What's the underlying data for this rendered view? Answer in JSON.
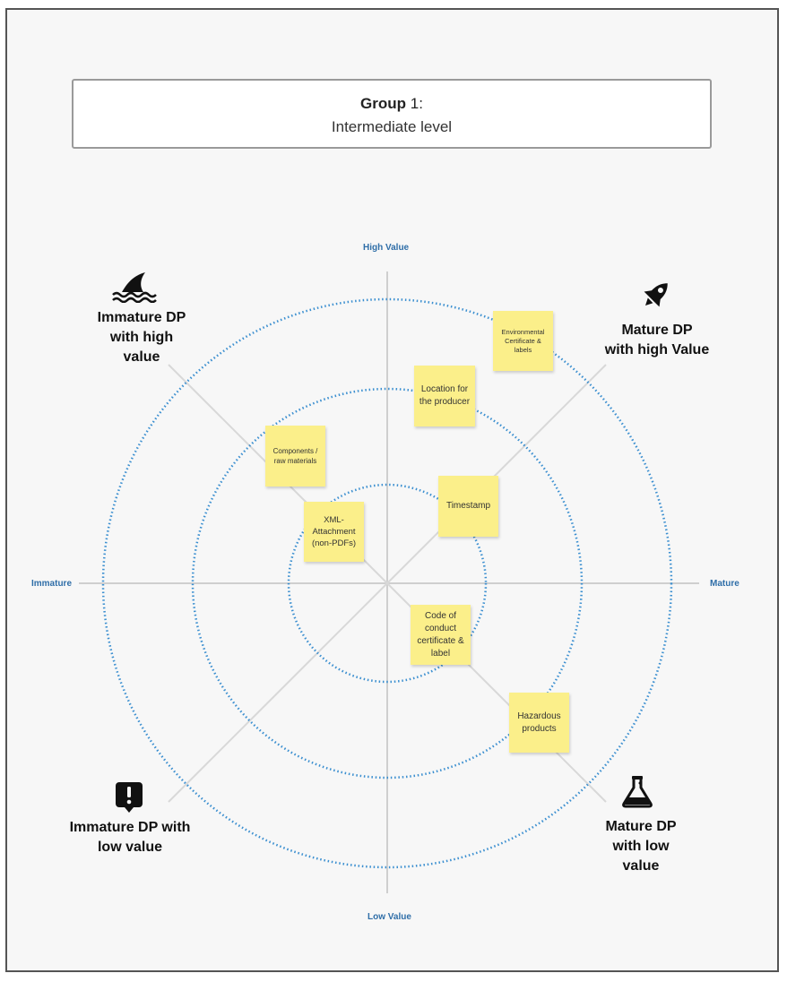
{
  "title": {
    "bold": "Group",
    "rest": " 1:",
    "subtitle": "Intermediate level"
  },
  "axes": {
    "top": "High Value",
    "bottom": "Low Value",
    "left": "Immature",
    "right": "Mature"
  },
  "quadrants": {
    "top_left": [
      "Immature DP",
      "with high",
      "value"
    ],
    "top_right": [
      "Mature DP",
      "with high Value"
    ],
    "bottom_left": [
      "Immature DP with",
      "low value"
    ],
    "bottom_right": [
      "Mature DP",
      "with low",
      "value"
    ]
  },
  "icons": {
    "top_left": "shark-fin-icon",
    "top_right": "rocket-icon",
    "bottom_left": "alert-bubble-icon",
    "bottom_right": "flask-icon"
  },
  "stickies": [
    {
      "id": "environmental",
      "text": "Environmental Certificate & labels"
    },
    {
      "id": "location",
      "text": "Location for the producer"
    },
    {
      "id": "components",
      "text": "Components / raw materials"
    },
    {
      "id": "timestamp",
      "text": "Timestamp"
    },
    {
      "id": "xml",
      "text": "XML-Attachment (non-PDFs)"
    },
    {
      "id": "conduct",
      "text": "Code of conduct certificate & label"
    },
    {
      "id": "hazardous",
      "text": "Hazardous products"
    }
  ],
  "colors": {
    "ring": "#3b8fd0",
    "axis": "#cfcfcf",
    "sticky": "#fbef8a",
    "axis_label": "#2f6ea8"
  }
}
